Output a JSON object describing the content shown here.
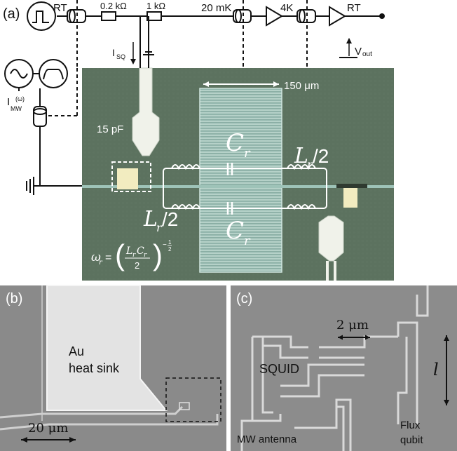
{
  "panel_a": {
    "label": "(a)",
    "stage_rt_left": "RT",
    "stage_20mk": "20 mK",
    "stage_4k": "4K",
    "stage_rt_right": "RT",
    "res1": "0.2 kΩ",
    "res2": "1 kΩ",
    "isq_main": "I",
    "isq_sub": "SQ",
    "vout_main": "V",
    "vout_sub": "out",
    "imw_main": "I",
    "imw_sub": "MW",
    "imw_sup": "(ω)",
    "cap_label": "15 pF",
    "scale_label": "150 μm",
    "cr_top": "C",
    "cr_top_sub": "r",
    "cr_bottom": "C",
    "cr_bottom_sub": "r",
    "lr_right": "L",
    "lr_right_rest": "/2",
    "lr_left": "L",
    "lr_left_rest": "/2",
    "omega_formula": "ω = (L C / 2)^(-1/2)",
    "omega_w": "ω",
    "omega_sub": "r",
    "omega_eq": "=",
    "omega_num": "L",
    "omega_num_sub1": "r",
    "omega_num2": "C",
    "omega_num_sub2": "r",
    "omega_den": "2",
    "omega_exp": "−",
    "omega_exp_num": "1",
    "omega_exp_den": "2"
  },
  "panel_b": {
    "label": "(b)",
    "heat_sink_line1": "Au",
    "heat_sink_line2": "heat sink",
    "scale_label": "20 μm"
  },
  "panel_c": {
    "label": "(c)",
    "scale_label": "2 μm",
    "squid_label": "SQUID",
    "mw_label": "MW antenna",
    "flux_line1": "Flux",
    "flux_line2": "qubit",
    "length_label": "l"
  }
}
